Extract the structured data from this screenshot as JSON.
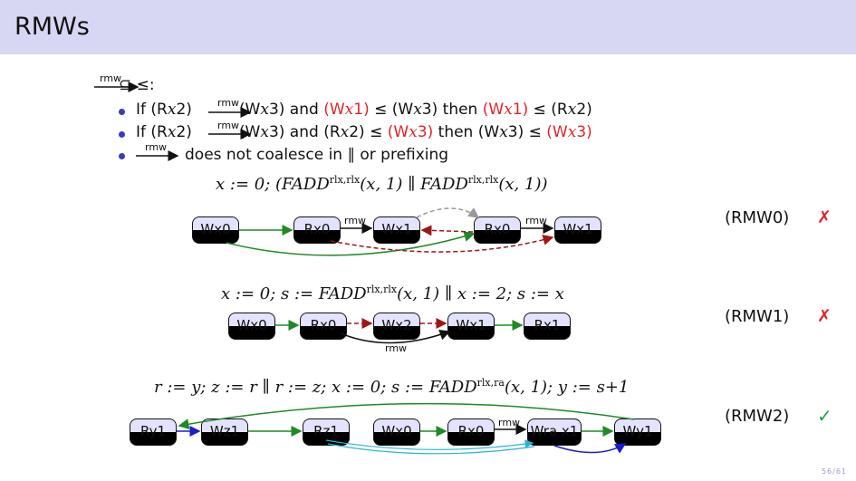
{
  "title": "RMWs",
  "rule": {
    "arrow_label": "rmw",
    "text": "⊆ ≤:"
  },
  "bullets": [
    {
      "p1": "If (R",
      "x1": "x",
      "p2": "2)",
      "lbl": "rmw",
      "p3": "(W",
      "x2": "x",
      "p4": "3) and",
      "p5": "(W",
      "x3": "x",
      "p6": "1)",
      "p7": "≤ (W",
      "x4": "x",
      "p8": "3) then",
      "p9": "(W",
      "x5": "x",
      "p10": "1)",
      "p11": "≤ (R",
      "x6": "x",
      "p12": "2)"
    },
    {
      "p1": "If (R",
      "x1": "x",
      "p2": "2)",
      "lbl": "rmw",
      "p3": "(W",
      "x2": "x",
      "p4": "3) and (R",
      "x3": "x",
      "p5": "2) ≤",
      "p6": "(W",
      "x4": "x",
      "p7": "3)",
      "p8": "then (W",
      "x5": "x",
      "p9": "3) ≤",
      "p10": "(W",
      "x6": "x",
      "p11": "3)"
    },
    {
      "lbl": "rmw",
      "text": "does not coalesce in ∥ or prefixing"
    }
  ],
  "examples": [
    {
      "program": {
        "a": "x := 0; (FADD",
        "sup": "rlx,rlx",
        "b": "(x, 1) ∥ FADD",
        "sup2": "rlx,rlx",
        "c": "(x, 1))"
      },
      "nodes": [
        "Wx0",
        "Rx0",
        "Wx1",
        "Rx0",
        "Wx1"
      ],
      "labels": [
        "rmw",
        "rmw"
      ],
      "name": "(RMW0)",
      "verdict": "✗"
    },
    {
      "program": {
        "a": "x := 0; s := FADD",
        "sup": "rlx,rlx",
        "b": "(x, 1) ∥ x := 2; s := x"
      },
      "nodes": [
        "Wx0",
        "Rx0",
        "Wx2",
        "Wx1",
        "Rx1"
      ],
      "labels": [
        "rmw"
      ],
      "name": "(RMW1)",
      "verdict": "✗"
    },
    {
      "program": {
        "a": "r := y; z := r ∥ r := z; x := 0; s := FADD",
        "sup": "rlx,ra",
        "b": "(x, 1); y := s+1"
      },
      "nodes": [
        "Ry1",
        "Wz1",
        "Rz1",
        "Wx0",
        "Rx0",
        "Wra x1",
        "Wy1"
      ],
      "labels": [
        "rmw"
      ],
      "name": "(RMW2)",
      "verdict": "✓"
    }
  ],
  "colors": {
    "green": "#1f8a24",
    "darkred": "#a01616",
    "blue": "#1b1bd0",
    "cyan": "#28b4d8",
    "gray": "#999999",
    "title_bg": "#d7d7f3"
  },
  "page_indicator": "56/61"
}
